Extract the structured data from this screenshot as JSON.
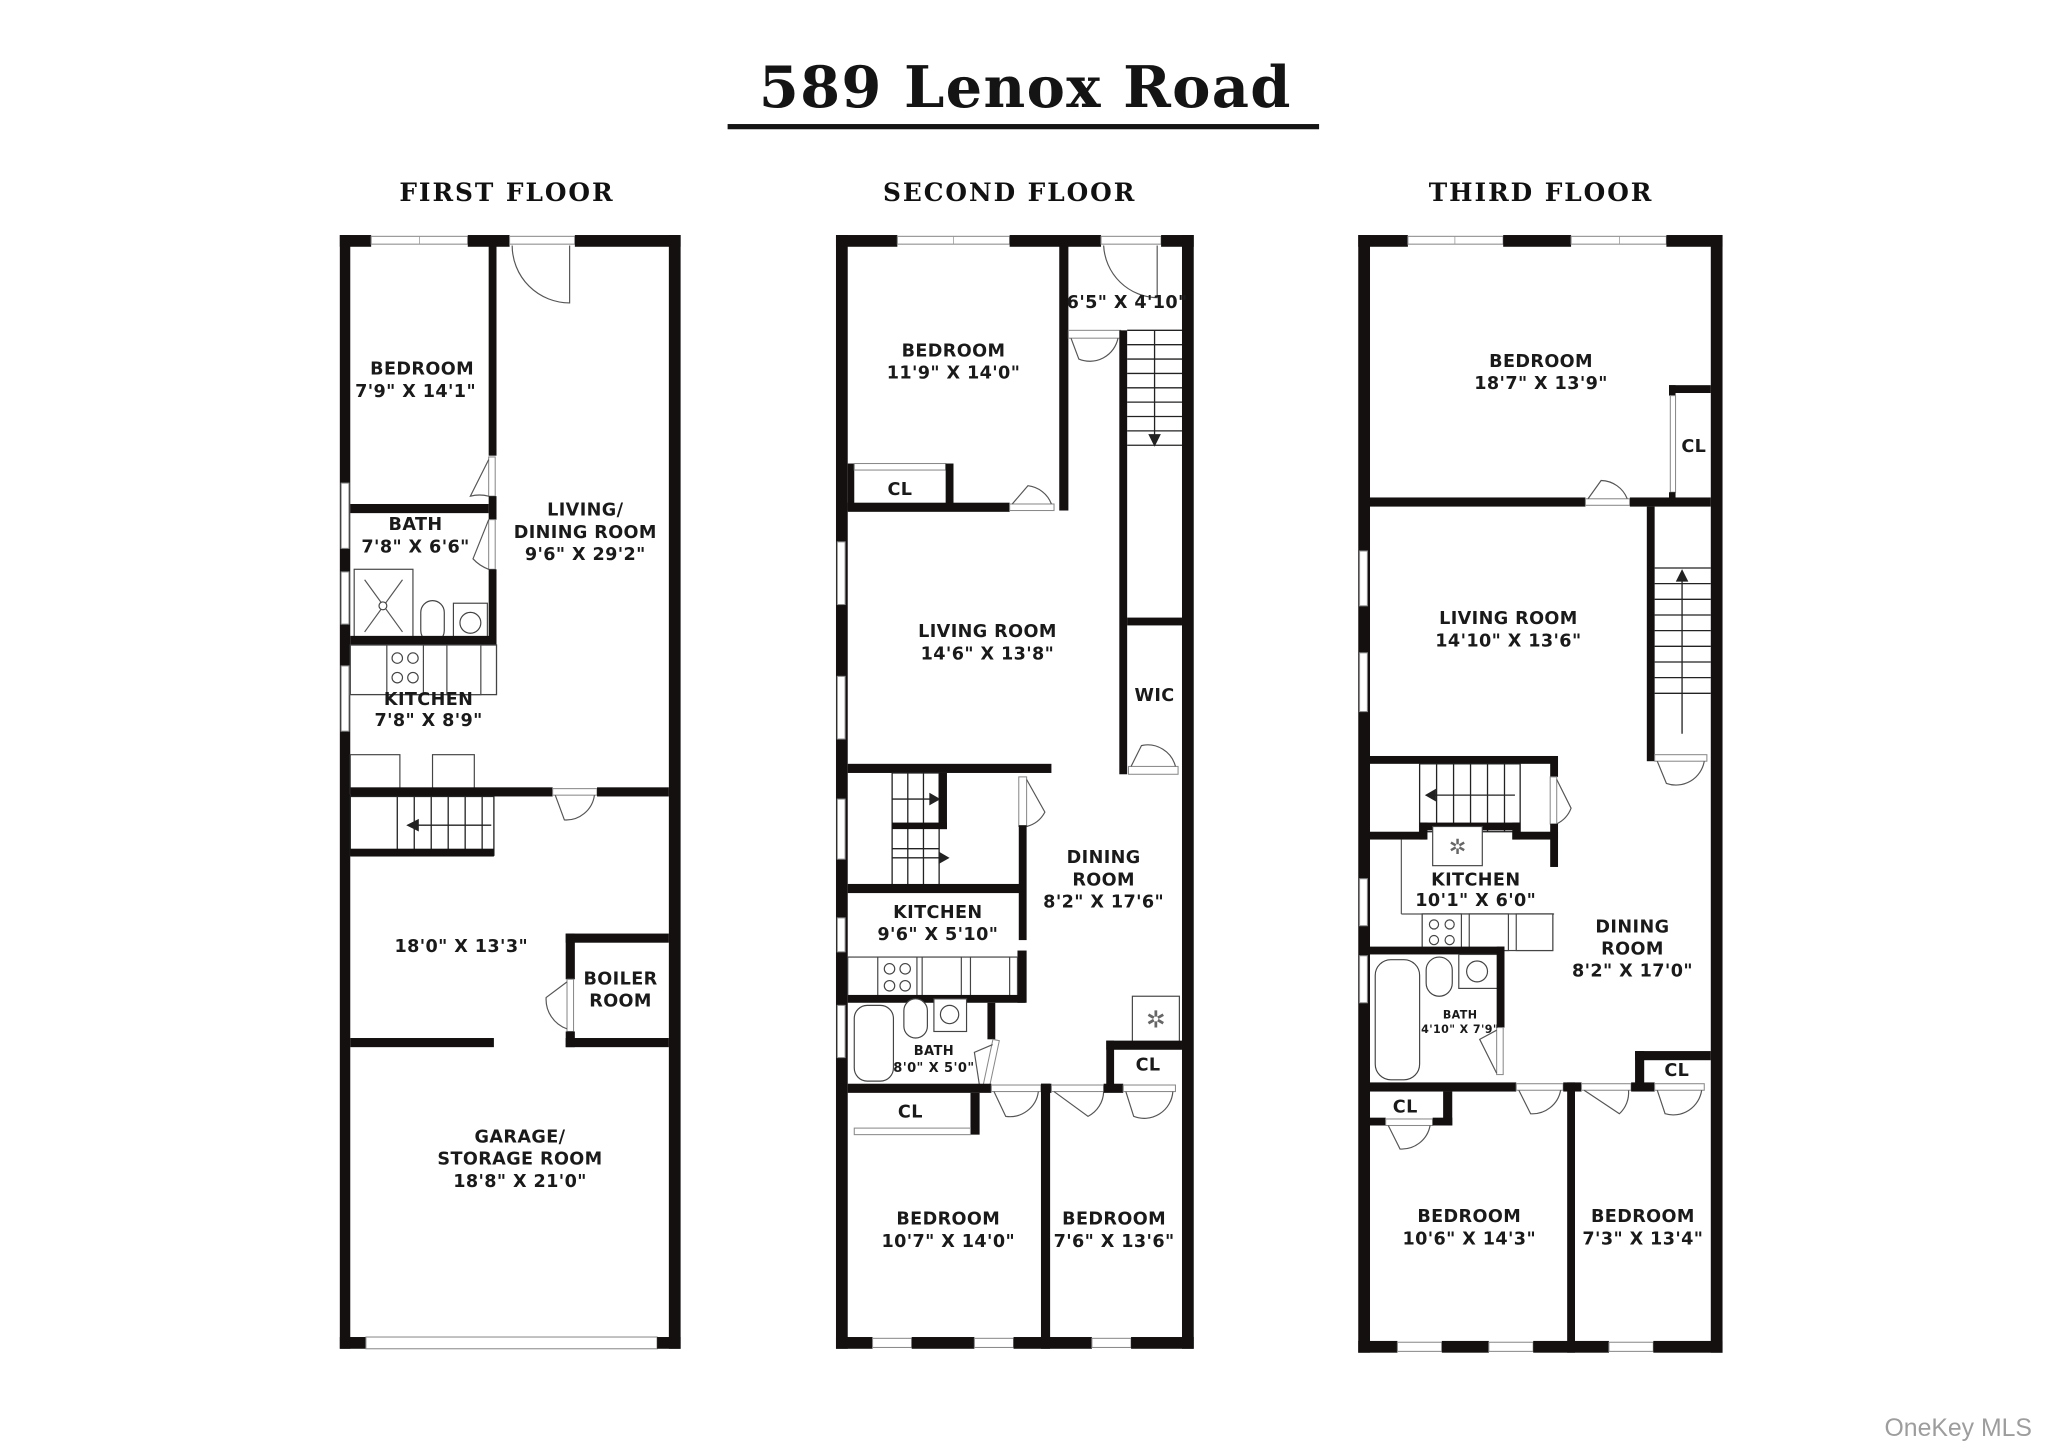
{
  "title": "589 Lenox Road",
  "watermark": "OneKey MLS",
  "floors": [
    {
      "name": "First Floor",
      "rooms": [
        {
          "name": "Bedroom",
          "dims": "7'9\" X 14'1\""
        },
        {
          "name": "Bath",
          "dims": "7'8\" X 6'6\""
        },
        {
          "name": "Living/",
          "name2": "Dining Room",
          "dims": "9'6\" X 29'2\""
        },
        {
          "name": "Kitchen",
          "dims": "7'8\" X 8'9\""
        },
        {
          "name": "",
          "dims": "18'0\" X 13'3\""
        },
        {
          "name": "Boiler",
          "name2": "Room",
          "dims": ""
        },
        {
          "name": "Garage/",
          "name2": "Storage Room",
          "dims": "18'8\" X 21'0\""
        }
      ]
    },
    {
      "name": "Second Floor",
      "rooms": [
        {
          "name": "",
          "dims": "6'5\" X 4'10\""
        },
        {
          "name": "Bedroom",
          "dims": "11'9\" X 14'0\""
        },
        {
          "name": "CL",
          "dims": ""
        },
        {
          "name": "Living Room",
          "dims": "14'6\" X 13'8\""
        },
        {
          "name": "WIC",
          "dims": ""
        },
        {
          "name": "Dining",
          "name2": "Room",
          "dims": "8'2\" X 17'6\""
        },
        {
          "name": "Kitchen",
          "dims": "9'6\" X 5'10\""
        },
        {
          "name": "Bath",
          "dims": "8'0\" X 5'0\""
        },
        {
          "name": "CL",
          "dims": ""
        },
        {
          "name": "CL",
          "dims": ""
        },
        {
          "name": "Bedroom",
          "dims": "10'7\" X 14'0\""
        },
        {
          "name": "Bedroom",
          "dims": "7'6\" X 13'6\""
        }
      ]
    },
    {
      "name": "Third Floor",
      "rooms": [
        {
          "name": "Bedroom",
          "dims": "18'7\" X 13'9\""
        },
        {
          "name": "CL",
          "dims": ""
        },
        {
          "name": "Living Room",
          "dims": "14'10\" X 13'6\""
        },
        {
          "name": "Kitchen",
          "dims": "10'1\" X 6'0\""
        },
        {
          "name": "Dining",
          "name2": "Room",
          "dims": "8'2\" X 17'0\""
        },
        {
          "name": "Bath",
          "dims": "4'10\" X 7'9\""
        },
        {
          "name": "CL",
          "dims": ""
        },
        {
          "name": "CL",
          "dims": ""
        },
        {
          "name": "Bedroom",
          "dims": "10'6\" X 14'3\""
        },
        {
          "name": "Bedroom",
          "dims": "7'3\" X 13'4\""
        }
      ]
    }
  ],
  "colors": {
    "wall": "#141010",
    "background": "#ffffff",
    "watermark": "#9d9d9d"
  }
}
